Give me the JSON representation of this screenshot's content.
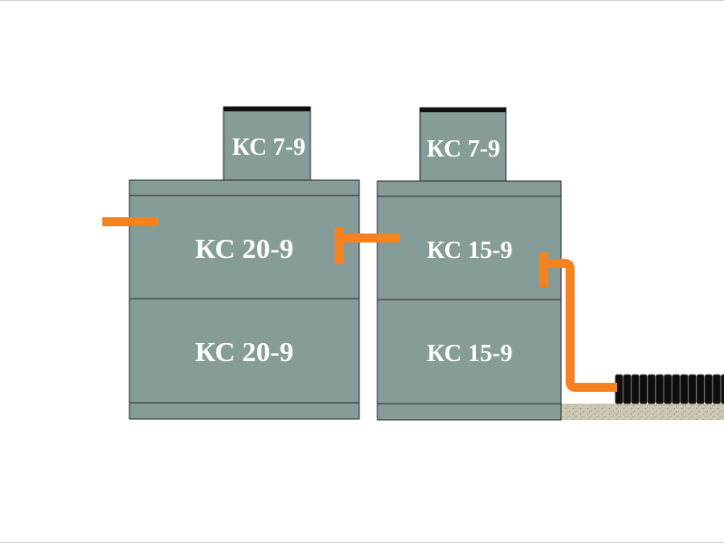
{
  "labels": {
    "left_neck": "КС 7-9",
    "right_neck": "КС 7-9",
    "left_upper_ring": "КС 20-9",
    "left_lower_ring": "КС 20-9",
    "right_upper_ring": "КС 15-9",
    "right_lower_ring": "КС 15-9"
  },
  "colors": {
    "concrete": "#869c99",
    "outline": "#2a2a2a",
    "pipe": "#f5821f",
    "lid": "#111111",
    "infiltrator": "#0d0d0d",
    "gravel": "#c9c6b2",
    "background": "#ffffff"
  }
}
